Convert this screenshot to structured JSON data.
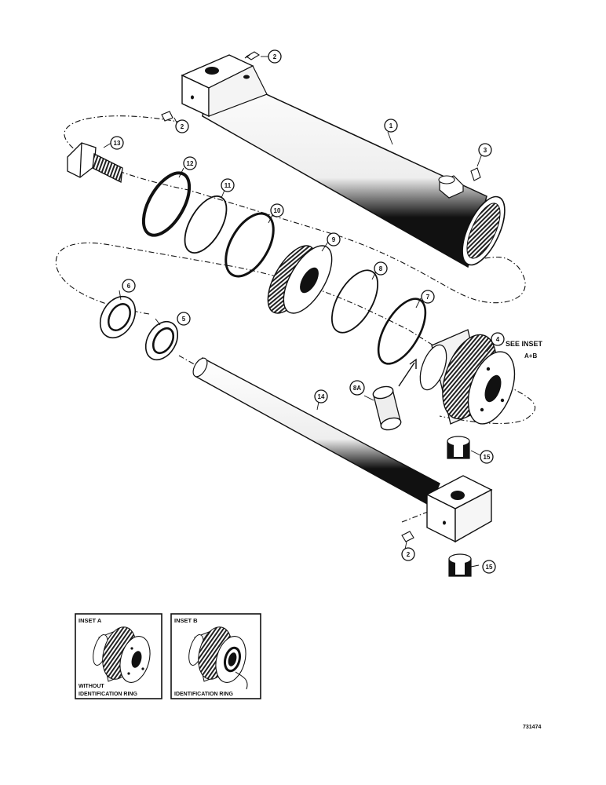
{
  "callouts": {
    "c1": "1",
    "c2a": "2",
    "c2b": "2",
    "c2c": "2",
    "c3": "3",
    "c4": "4",
    "c5": "5",
    "c6": "6",
    "c7": "7",
    "c8": "8",
    "c8a": "8A",
    "c9": "9",
    "c10": "10",
    "c11": "11",
    "c12": "12",
    "c13": "13",
    "c14": "14",
    "c15a": "15",
    "c15b": "15"
  },
  "see_inset": {
    "line1": "SEE  INSET",
    "line2": "A+B"
  },
  "inset_a": {
    "title": "INSET A",
    "caption1": "WITHOUT",
    "caption2": "IDENTIFICATION RING"
  },
  "inset_b": {
    "title": "INSET B",
    "caption": "IDENTIFICATION RING"
  },
  "figure_number": "731474"
}
